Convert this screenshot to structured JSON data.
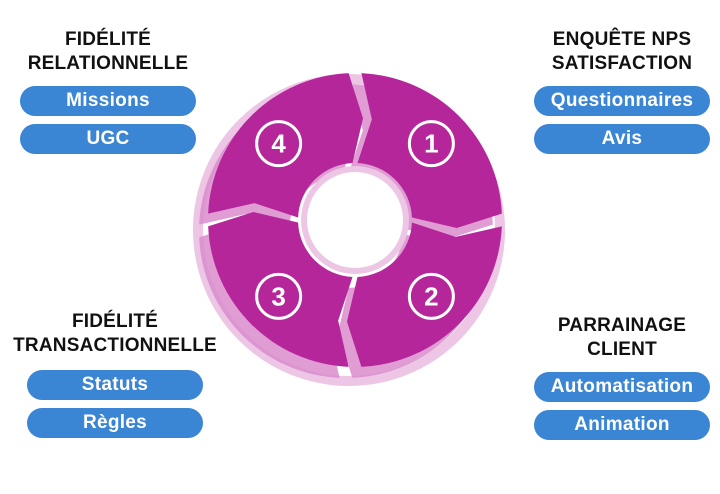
{
  "blocks": {
    "top_left": {
      "line1": "FIDÉLITÉ",
      "line2": "RELATIONNELLE",
      "buttons": [
        "Missions",
        "UGC"
      ]
    },
    "top_right": {
      "line1": "ENQUÊTE NPS",
      "line2": "SATISFACTION",
      "buttons": [
        "Questionnaires",
        "Avis"
      ]
    },
    "bottom_left": {
      "line1": "FIDÉLITÉ",
      "line2": "TRANSACTIONNELLE",
      "buttons": [
        "Statuts",
        "Règles"
      ]
    },
    "bottom_right": {
      "line1": "PARRAINAGE",
      "line2": "CLIENT",
      "buttons": [
        "Automatisation",
        "Animation"
      ]
    }
  },
  "cycle": {
    "steps": [
      "1",
      "2",
      "3",
      "4"
    ],
    "colors": {
      "main": "#b5269b",
      "shadow": "#d98ccc",
      "pale": "#ecc6e4",
      "pill": "#3a86d4"
    }
  }
}
